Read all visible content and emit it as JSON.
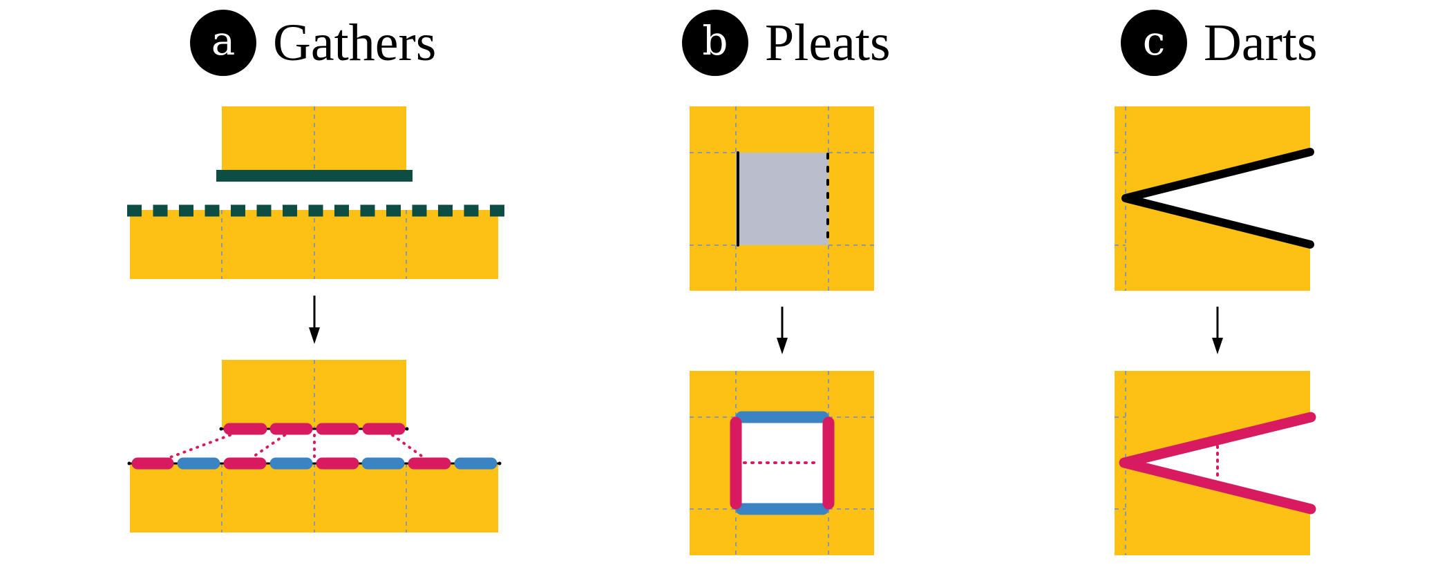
{
  "figure": {
    "colors": {
      "fabric": "#FDC116",
      "seam_dark": "#0D4D43",
      "pleat_fold": "#BABDCB",
      "stitch_red": "#D81B60",
      "stitch_blue": "#3A84C4",
      "guide_line": "#8E97A8",
      "ink": "#000000"
    },
    "panels": [
      {
        "id": "a",
        "badge": "a",
        "title": "Gathers"
      },
      {
        "id": "b",
        "badge": "b",
        "title": "Pleats"
      },
      {
        "id": "c",
        "badge": "c",
        "title": "Darts"
      }
    ]
  }
}
